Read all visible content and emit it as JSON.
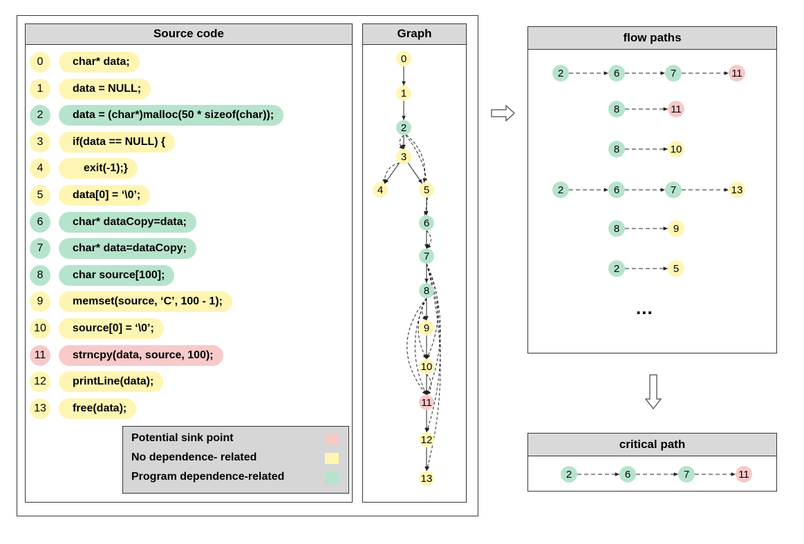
{
  "source_panel": {
    "title": "Source code",
    "lines": [
      {
        "num": "0",
        "code": "char* data;",
        "color": "yellow"
      },
      {
        "num": "1",
        "code": "data = NULL;",
        "color": "yellow"
      },
      {
        "num": "2",
        "code": "data = (char*)malloc(50 * sizeof(char));",
        "color": "green"
      },
      {
        "num": "3",
        "code": "if(data == NULL) {",
        "color": "yellow"
      },
      {
        "num": "4",
        "code": "exit(-1);}",
        "color": "yellow"
      },
      {
        "num": "5",
        "code": "data[0] = ‘\\0’;",
        "color": "yellow"
      },
      {
        "num": "6",
        "code": "char* dataCopy=data;",
        "color": "green"
      },
      {
        "num": "7",
        "code": "char* data=dataCopy;",
        "color": "green"
      },
      {
        "num": "8",
        "code": "char source[100];",
        "color": "green"
      },
      {
        "num": "9",
        "code": "memset(source, ‘C’, 100 - 1);",
        "color": "yellow"
      },
      {
        "num": "10",
        "code": "source[0] = ‘\\0’;",
        "color": "yellow"
      },
      {
        "num": "11",
        "code": "strncpy(data,  source,  100);",
        "color": "pink"
      },
      {
        "num": "12",
        "code": "printLine(data);",
        "color": "yellow"
      },
      {
        "num": "13",
        "code": "free(data);",
        "color": "yellow"
      }
    ],
    "legend": [
      {
        "label": "Potential sink point",
        "color": "#f8c9c9"
      },
      {
        "label": "No dependence- related",
        "color": "#fff5b3"
      },
      {
        "label": "Program dependence-related",
        "color": "#b6e3cc"
      }
    ]
  },
  "graph_panel": {
    "title": "Graph",
    "nodes": [
      {
        "id": "0",
        "color": "yellow"
      },
      {
        "id": "1",
        "color": "yellow"
      },
      {
        "id": "2",
        "color": "green"
      },
      {
        "id": "3",
        "color": "yellow"
      },
      {
        "id": "4",
        "color": "yellow"
      },
      {
        "id": "5",
        "color": "yellow"
      },
      {
        "id": "6",
        "color": "green"
      },
      {
        "id": "7",
        "color": "green"
      },
      {
        "id": "8",
        "color": "green"
      },
      {
        "id": "9",
        "color": "yellow"
      },
      {
        "id": "10",
        "color": "yellow"
      },
      {
        "id": "11",
        "color": "pink"
      },
      {
        "id": "12",
        "color": "yellow"
      },
      {
        "id": "13",
        "color": "yellow"
      }
    ],
    "solid_edges": [
      [
        "0",
        "1"
      ],
      [
        "1",
        "2"
      ],
      [
        "2",
        "3"
      ],
      [
        "3",
        "4"
      ],
      [
        "3",
        "5"
      ],
      [
        "5",
        "6"
      ],
      [
        "6",
        "7"
      ],
      [
        "7",
        "8"
      ],
      [
        "8",
        "9"
      ],
      [
        "9",
        "10"
      ],
      [
        "10",
        "11"
      ],
      [
        "11",
        "12"
      ],
      [
        "12",
        "13"
      ]
    ],
    "dashed_edges": [
      [
        "2",
        "3"
      ],
      [
        "3",
        "4"
      ],
      [
        "2",
        "5"
      ],
      [
        "2",
        "6"
      ],
      [
        "6",
        "7"
      ],
      [
        "7",
        "10"
      ],
      [
        "7",
        "11"
      ],
      [
        "7",
        "12"
      ],
      [
        "7",
        "13"
      ],
      [
        "8",
        "9"
      ],
      [
        "8",
        "10"
      ],
      [
        "8",
        "11"
      ],
      [
        "8",
        "11"
      ],
      [
        "10",
        "11"
      ]
    ]
  },
  "flow_panel": {
    "title": "flow paths",
    "paths": [
      [
        {
          "id": "2",
          "color": "green"
        },
        {
          "id": "6",
          "color": "green"
        },
        {
          "id": "7",
          "color": "green"
        },
        {
          "id": "11",
          "color": "pink"
        }
      ],
      [
        {
          "id": "8",
          "color": "green"
        },
        {
          "id": "11",
          "color": "pink"
        }
      ],
      [
        {
          "id": "8",
          "color": "green"
        },
        {
          "id": "10",
          "color": "yellow"
        }
      ],
      [
        {
          "id": "2",
          "color": "green"
        },
        {
          "id": "6",
          "color": "green"
        },
        {
          "id": "7",
          "color": "green"
        },
        {
          "id": "13",
          "color": "yellow"
        }
      ],
      [
        {
          "id": "8",
          "color": "green"
        },
        {
          "id": "9",
          "color": "yellow"
        }
      ],
      [
        {
          "id": "2",
          "color": "green"
        },
        {
          "id": "5",
          "color": "yellow"
        }
      ]
    ],
    "ellipsis": "..."
  },
  "critical_panel": {
    "title": "critical path",
    "path": [
      {
        "id": "2",
        "color": "green"
      },
      {
        "id": "6",
        "color": "green"
      },
      {
        "id": "7",
        "color": "green"
      },
      {
        "id": "11",
        "color": "pink"
      }
    ]
  },
  "colors": {
    "yellow": "#fff5b3",
    "green": "#b6e3cc",
    "pink": "#f8c9c9"
  }
}
